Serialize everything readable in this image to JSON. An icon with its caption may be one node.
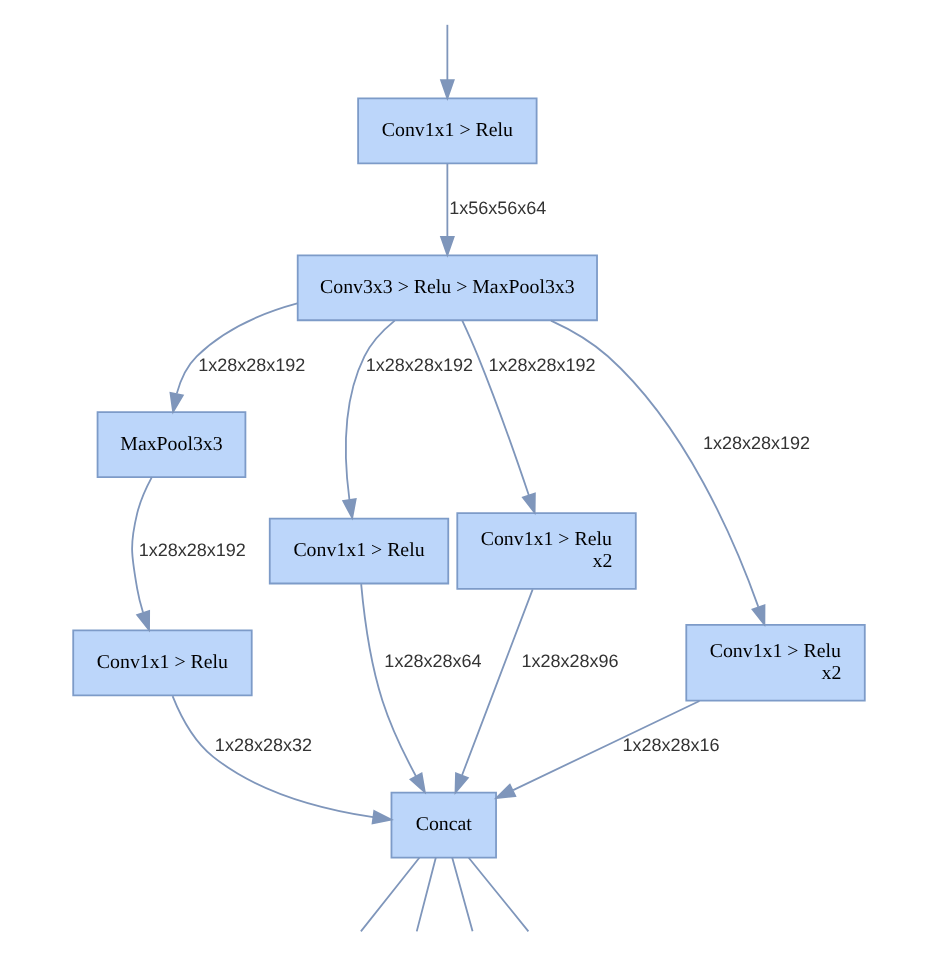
{
  "diagram": {
    "nodes": [
      {
        "text": [
          "Conv1x1 > Relu"
        ]
      },
      {
        "text": [
          "Conv3x3 > Relu > MaxPool3x3"
        ]
      },
      {
        "text": [
          "MaxPool3x3"
        ]
      },
      {
        "text": [
          "Conv1x1 > Relu"
        ]
      },
      {
        "text": [
          "Conv1x1 > Relu",
          "x2"
        ]
      },
      {
        "text": [
          "Conv1x1 > Relu"
        ]
      },
      {
        "text": [
          "Conv1x1 > Relu",
          "x2"
        ]
      },
      {
        "text": [
          "Concat"
        ]
      }
    ],
    "edges": [
      {
        "from": null,
        "to": 0,
        "arrow": "to"
      },
      {
        "from": 0,
        "to": 1,
        "arrow": "to",
        "label": "1x56x56x64"
      },
      {
        "from": 1,
        "to": 2,
        "arrow": "to",
        "label": "1x28x28x192"
      },
      {
        "from": 1,
        "to": 3,
        "arrow": "to",
        "label": "1x28x28x192"
      },
      {
        "from": 1,
        "to": 4,
        "arrow": "to",
        "label": "1x28x28x192"
      },
      {
        "from": 1,
        "to": 6,
        "arrow": "to",
        "label": "1x28x28x192"
      },
      {
        "from": 2,
        "to": 5,
        "arrow": "to",
        "label": "1x28x28x192"
      },
      {
        "from": 5,
        "to": 7,
        "arrow": "to",
        "label": "1x28x28x32"
      },
      {
        "from": 3,
        "to": 7,
        "arrow": "to",
        "label": "1x28x28x64"
      },
      {
        "from": 4,
        "to": 7,
        "arrow": "to",
        "label": "1x28x28x96"
      },
      {
        "from": 6,
        "to": 7,
        "arrow": "to",
        "label": "1x28x28x16"
      },
      {
        "from": 7,
        "to": null,
        "arrow": "none"
      },
      {
        "from": 7,
        "to": null,
        "arrow": "none"
      },
      {
        "from": 7,
        "to": null,
        "arrow": "none"
      },
      {
        "from": 7,
        "to": null,
        "arrow": "none"
      }
    ]
  }
}
